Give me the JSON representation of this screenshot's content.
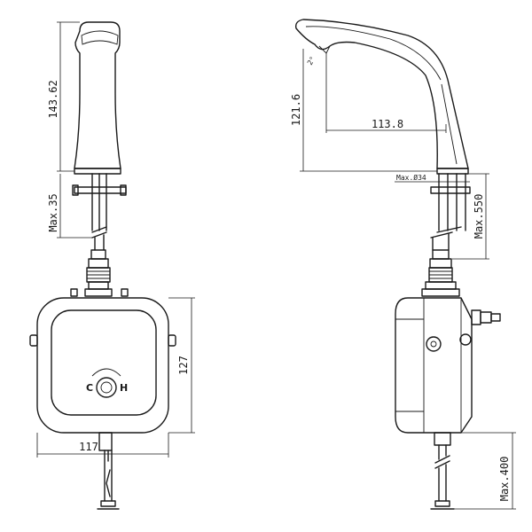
{
  "diagram": {
    "dimensions": {
      "front_spout_height": "143.62",
      "front_max_35": "Max.35",
      "side_height": "121.6",
      "side_reach": "113.8",
      "side_max_diameter": "Max.Ø34",
      "side_max_550": "Max.550",
      "heater_height": "127",
      "heater_width": "117",
      "bottom_max_400": "Max.400"
    },
    "knob": {
      "cold_label": "C",
      "hot_label": "H"
    },
    "colors": {
      "line": "#1a1a1a",
      "background": "#ffffff"
    }
  }
}
